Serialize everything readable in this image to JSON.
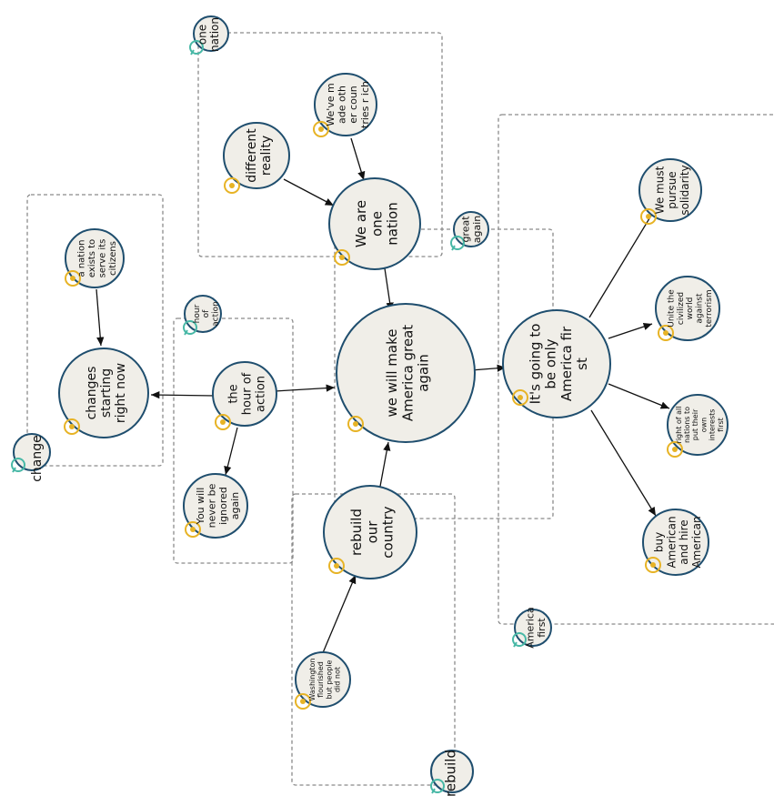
{
  "diagram": {
    "groups": [
      {
        "key": "one_nation",
        "title": "one nation"
      },
      {
        "key": "change",
        "title": "change"
      },
      {
        "key": "hour_of_action",
        "title": "hour of action"
      },
      {
        "key": "great_again",
        "title": "great again"
      },
      {
        "key": "america_first",
        "title": "America first"
      },
      {
        "key": "rebuild",
        "title": "rebuild"
      }
    ],
    "nodes": {
      "great_again": "we will make America great again",
      "america_first": "It's going to be only America fir st",
      "we_are_one_nation": "We are one nation",
      "different_reality": "different reality",
      "other_countries": "We've m ade oth er coun tries r ich",
      "changes_now": "changes starting right now",
      "nation_serves": "a nation exists to serve its citizens",
      "hour_of_action": "the hour of action",
      "never_ignored": "You will never be ignored again",
      "rebuild_country": "rebuild our country",
      "washington": "Washington flourished but people did not",
      "solidarity": "We must pursue solidarity",
      "unite_world": "Unite the civilized world against terrorism",
      "nations_interests": "right of all nations to put their own interests first",
      "buy_american": "buy American and hire American"
    }
  }
}
